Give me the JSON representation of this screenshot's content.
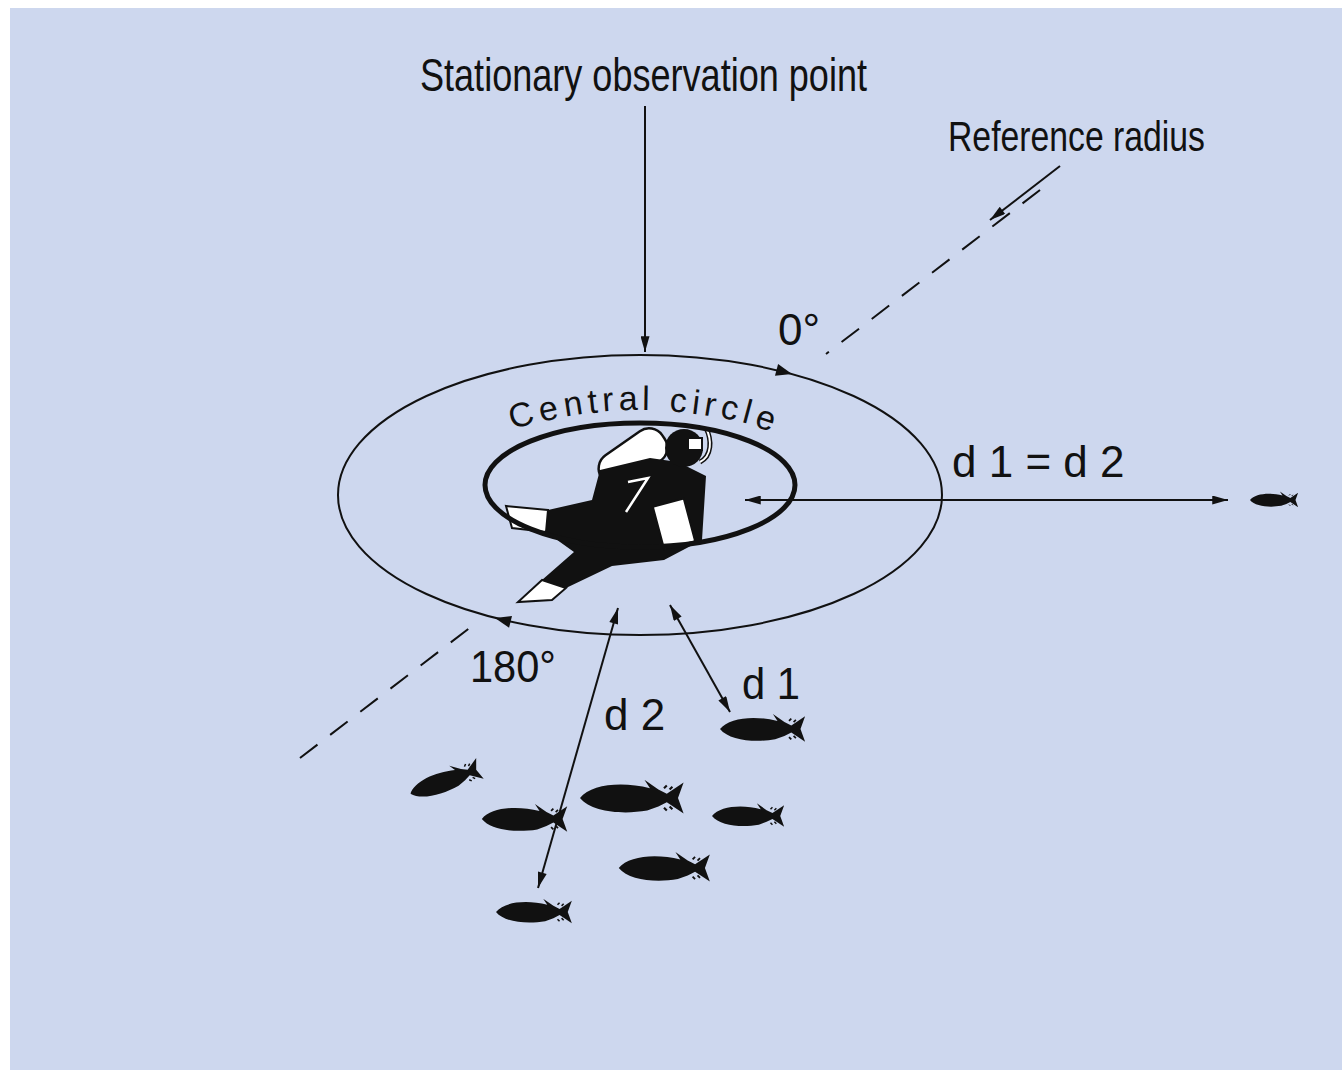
{
  "diagram": {
    "nodes": [
      {
        "text": [
          "Central circle"
        ]
      }
    ],
    "labels": [
      "Stationary observation point",
      "Reference radius",
      "0°",
      "d 1 = d 2",
      "180°",
      "d 1",
      "d 2"
    ]
  }
}
